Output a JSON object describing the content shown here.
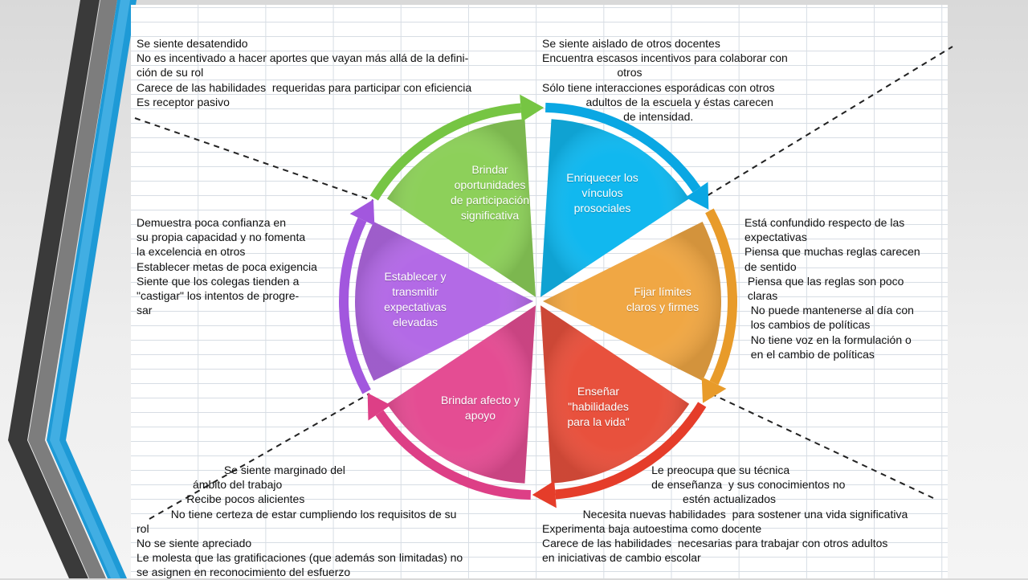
{
  "colors": {
    "green": "#8dd05a",
    "blue": "#11b8ef",
    "orange": "#f0a744",
    "red": "#e8513d",
    "pink": "#e44d93",
    "purple": "#b36ae6",
    "arrow_green": "#76c543",
    "arrow_blue": "#0aa7e3",
    "arrow_orange": "#e89b2a",
    "arrow_red": "#e53d2a",
    "arrow_pink": "#dd3f86",
    "arrow_purple": "#a257de"
  },
  "segments": [
    {
      "key": "green",
      "label": "Brindar\noportunidades\nde participación\nsignificativa"
    },
    {
      "key": "blue",
      "label": "Enriquecer los\nvínculos\nprosociales"
    },
    {
      "key": "orange",
      "label": "Fijar límites\nclaros y firmes"
    },
    {
      "key": "red",
      "label": "Enseñar\n\"habilidades\npara la vida\""
    },
    {
      "key": "pink",
      "label": "Brindar afecto y\napoyo"
    },
    {
      "key": "purple",
      "label": "Establecer y\ntransmitir\nexpectativas\nelevadas"
    }
  ],
  "text_blocks": {
    "top_left": [
      "Se siente desatendido",
      "No es incentivado a hacer aportes que vayan más allá de la defini-",
      "ción de su rol",
      "Carece de las habilidades  requeridas para participar con eficiencia",
      "Es receptor pasivo"
    ],
    "top_right": [
      "Se siente aislado de otros docentes",
      "Encuentra escasos incentivos para colaborar con",
      "                        otros",
      "Sólo tiene interacciones esporádicas con otros",
      "              adultos de la escuela y éstas carecen",
      "                          de intensidad."
    ],
    "left": [
      "Demuestra poca confianza en",
      "su propia capacidad y no fomenta",
      "la excelencia en otros",
      "Establecer metas de poca exigencia",
      "Siente que los colegas tienden a",
      "\"castigar\" los intentos de progre-",
      "sar"
    ],
    "right": [
      "Está confundido respecto de las",
      "expectativas",
      "Piensa que muchas reglas carecen",
      "de sentido",
      " Piensa que las reglas son poco",
      " claras",
      "  No puede mantenerse al día con",
      "  los cambios de políticas",
      "  No tiene voz en la formulación o",
      "  en el cambio de políticas"
    ],
    "bottom_left": [
      "                            Se siente marginado del",
      "                  ámbito del trabajo",
      "                Recibe pocos alicientes",
      "           No tiene certeza de estar cumpliendo los requisitos de su",
      "rol",
      "No se siente apreciado",
      "Le molesta que las gratificaciones (que además son limitadas) no",
      "se asignen en reconocimiento del esfuerzo"
    ],
    "bottom_right": [
      "                                   Le preocupa que su técnica",
      "                                   de enseñanza  y sus conocimientos no",
      "                                             estén actualizados",
      "             Necesita nuevas habilidades  para sostener una vida significativa",
      "Experimenta baja autoestima como docente",
      "Carece de las habilidades  necesarias para trabajar con otros adultos",
      "en iniciativas de cambio escolar"
    ]
  }
}
